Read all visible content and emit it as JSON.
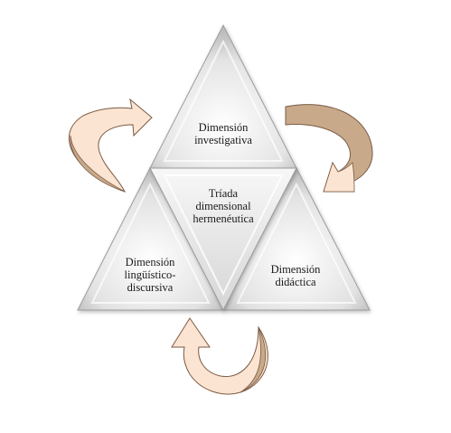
{
  "diagram": {
    "top": {
      "lines": [
        "Dimensión",
        "investigativa"
      ]
    },
    "center": {
      "lines": [
        "Tríada",
        "dimensional",
        "hermenéutica"
      ]
    },
    "left": {
      "lines": [
        "Dimensión",
        "lingüístico-",
        "discursiva"
      ]
    },
    "right": {
      "lines": [
        "Dimensión",
        "didáctica"
      ]
    }
  },
  "colors": {
    "arrow_front": "#fce4d2",
    "arrow_back": "#c8a98a",
    "arrow_stroke": "#7a5a44",
    "triangle_light": "#ffffff",
    "triangle_dark": "#b8b8b8"
  }
}
